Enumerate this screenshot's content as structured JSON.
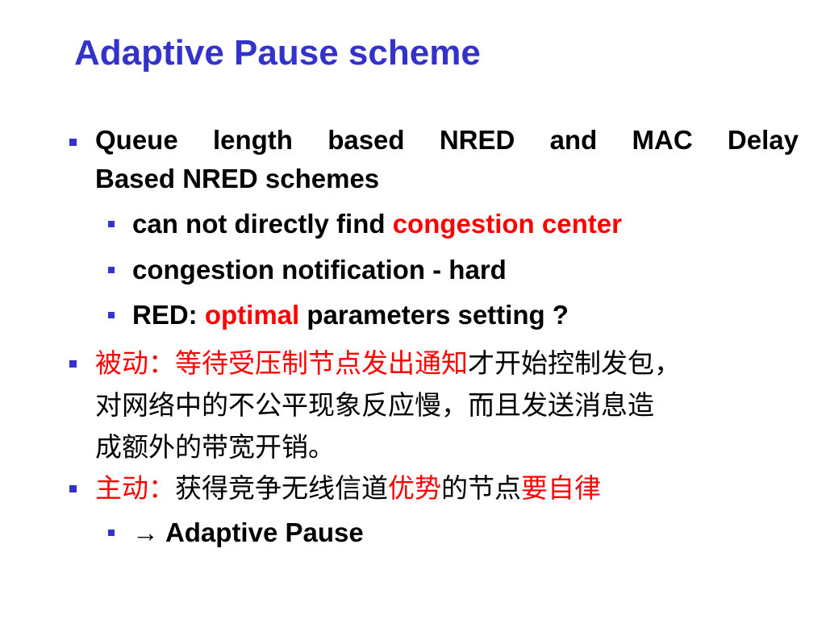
{
  "title": "Adaptive Pause scheme",
  "colors": {
    "title": "#3333cc",
    "bullet": "#3333cc",
    "accent_red": "#ff0000",
    "text": "#000000"
  },
  "bullets": {
    "b1": {
      "line1_words": [
        "Queue",
        "length",
        "based",
        "NRED",
        "and",
        "MAC",
        "Delay"
      ],
      "line2": "Based NRED schemes"
    },
    "b1_sub1": {
      "text": "can not directly find ",
      "highlight": "congestion center"
    },
    "b1_sub2": {
      "text": "congestion notification - hard"
    },
    "b1_sub3": {
      "prefix": "RED: ",
      "highlight": "optimal",
      "suffix": " parameters setting ?"
    },
    "b2": {
      "red_part": "被动：等待受压制节点发出通知",
      "line1_rest": "才开始控制发包，",
      "line2": "对网络中的不公平现象反应慢，而且发送消息造",
      "line3": "成额外的带宽开销。"
    },
    "b3": {
      "red1": "主动：",
      "black1": "获得竞争无线信道",
      "red2": "优势",
      "black2": "的节点",
      "red3": "要自律"
    },
    "b3_sub1": {
      "arrow": "→",
      "text": " Adaptive Pause"
    }
  }
}
